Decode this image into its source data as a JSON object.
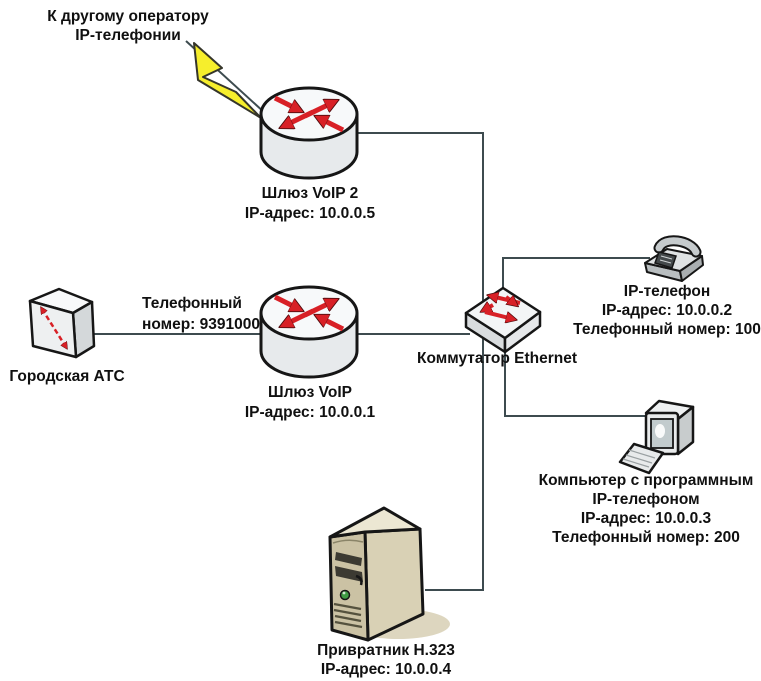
{
  "diagram": {
    "external_note": {
      "line1": "К другому оператору",
      "line2": "IP-телефонии"
    },
    "gateway2": {
      "name": "Шлюз VoIP 2",
      "ip": "IP-адрес: 10.0.0.5"
    },
    "pbx": {
      "name": "Городская АТС"
    },
    "pstn_link": {
      "line1": "Телефонный",
      "line2": "номер: 9391000"
    },
    "gateway1": {
      "name": "Шлюз VoIP",
      "ip": "IP-адрес: 10.0.0.1"
    },
    "ethernet_switch": {
      "name": "Коммутатор Ethernet"
    },
    "ip_phone": {
      "name": "IP-телефон",
      "ip": "IP-адрес: 10.0.0.2",
      "phone_number": "Телефонный номер: 100"
    },
    "softphone_pc": {
      "name_line1": "Компьютер с программным",
      "name_line2": "IP-телефоном",
      "ip": "IP-адрес: 10.0.0.3",
      "phone_number": "Телефонный номер: 200"
    },
    "gatekeeper": {
      "name": "Привратник H.323",
      "ip": "IP-адрес: 10.0.0.4"
    },
    "colors": {
      "connection_line": "#3d4b4f",
      "arrow_red": "#d82026",
      "lightning_yellow": "#f6ee2c"
    }
  }
}
